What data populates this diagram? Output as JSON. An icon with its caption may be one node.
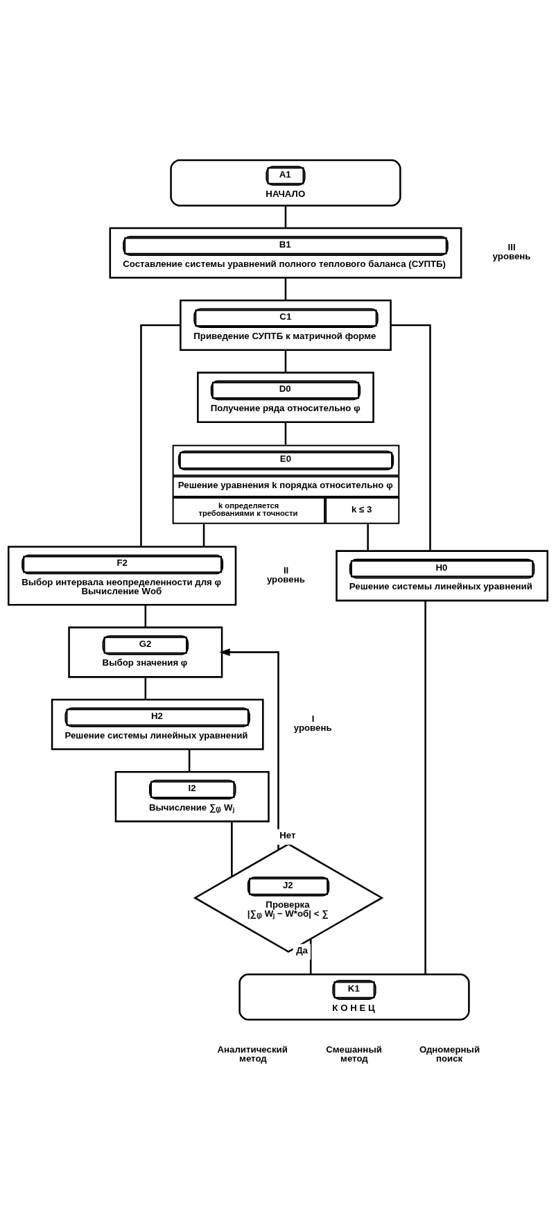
{
  "diagram": {
    "nodes": [
      {
        "text": [
          "A1",
          "НАЧАЛО"
        ]
      },
      {
        "text": [
          "B1",
          "Составление системы уравнений полного теплового баланса (СУПТБ)"
        ]
      },
      {
        "text": [
          "C1",
          "Приведение СУПТБ к матричной форме"
        ]
      },
      {
        "text": [
          "D0",
          "Получение ряда относительно φ"
        ]
      },
      {
        "text": [
          "E0",
          "Решение уравнения k порядка относительно φ",
          "k определяется требованиями к точности",
          "k ≤ 3"
        ]
      },
      {
        "text": [
          "F2",
          "Выбор интервала неопределенности для φ",
          "Вычисление Wоб"
        ]
      },
      {
        "text": [
          "G2",
          "Выбор значения φ"
        ]
      },
      {
        "text": [
          "H2",
          "Решение системы линейных уравнений"
        ]
      },
      {
        "text": [
          "H0",
          "Решение системы линейных уравнений"
        ]
      },
      {
        "text": [
          "I2",
          "Вычисление ∑₍ⱼ₎ Wⱼ"
        ]
      },
      {
        "text": [
          "J2",
          "Проверка",
          "|∑₍ⱼ₎ Wⱼ − W*об| < ∑"
        ]
      },
      {
        "text": [
          "K1",
          "К О Н Е Ц"
        ]
      }
    ],
    "edges": [
      {
        "from": 0,
        "to": 1,
        "arrow": "none"
      },
      {
        "from": 1,
        "to": 2,
        "arrow": "none"
      },
      {
        "from": 2,
        "to": 3,
        "arrow": "none"
      },
      {
        "from": 3,
        "to": 4,
        "arrow": "none"
      },
      {
        "from": 4,
        "to": 8,
        "arrow": "none"
      },
      {
        "from": 4,
        "to": 5,
        "arrow": "none"
      },
      {
        "from": 2,
        "to": 8,
        "arrow": "none"
      },
      {
        "from": 2,
        "to": 5,
        "arrow": "none"
      },
      {
        "from": 5,
        "to": 6,
        "arrow": "none"
      },
      {
        "from": 6,
        "to": 7,
        "arrow": "none"
      },
      {
        "from": 7,
        "to": 9,
        "arrow": "none"
      },
      {
        "from": 9,
        "to": 10,
        "arrow": "none"
      },
      {
        "from": 10,
        "to": 6,
        "arrow": "to",
        "label": "Нет"
      },
      {
        "from": 10,
        "to": 11,
        "arrow": "none",
        "label": "Да"
      },
      {
        "from": 8,
        "to": 11,
        "arrow": "none"
      }
    ],
    "labels": [
      "III уровень",
      "II уровень",
      "I уровень",
      "Аналитический метод",
      "Смешанный метод",
      "Одномерный поиск"
    ]
  }
}
